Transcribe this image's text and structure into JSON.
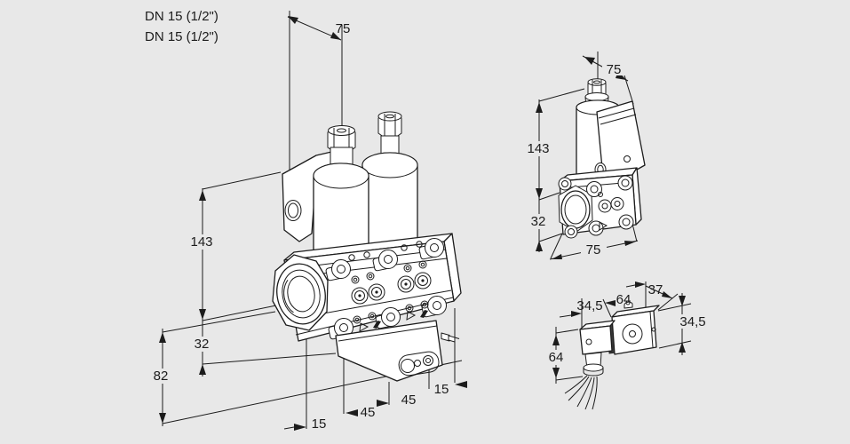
{
  "colors": {
    "background": "#e8e8e8",
    "ink": "#1c1c1c",
    "face": "#ffffff"
  },
  "connection_labels": [
    "DN 15 (1/2\")",
    "DN 15 (1/2\")"
  ],
  "main_view": {
    "description": "double solenoid valve, isometric front view",
    "dims": {
      "top_width": "75",
      "height": "143",
      "inlet_axis_height": "32",
      "base_height": "82",
      "bottom_chain": [
        "15",
        "45",
        "45",
        "15"
      ]
    }
  },
  "side_view": {
    "description": "single valve, isometric side view",
    "dims": {
      "top_width": "75",
      "height": "143",
      "inlet_axis_height": "32",
      "body_width": "75"
    }
  },
  "coil_view": {
    "description": "solenoid coil with cable plug",
    "dims": {
      "plug_width": "34,5",
      "coil_length": "64",
      "terminal_box_depth": "37",
      "coil_height": "34,5",
      "plug_height": "64"
    }
  }
}
